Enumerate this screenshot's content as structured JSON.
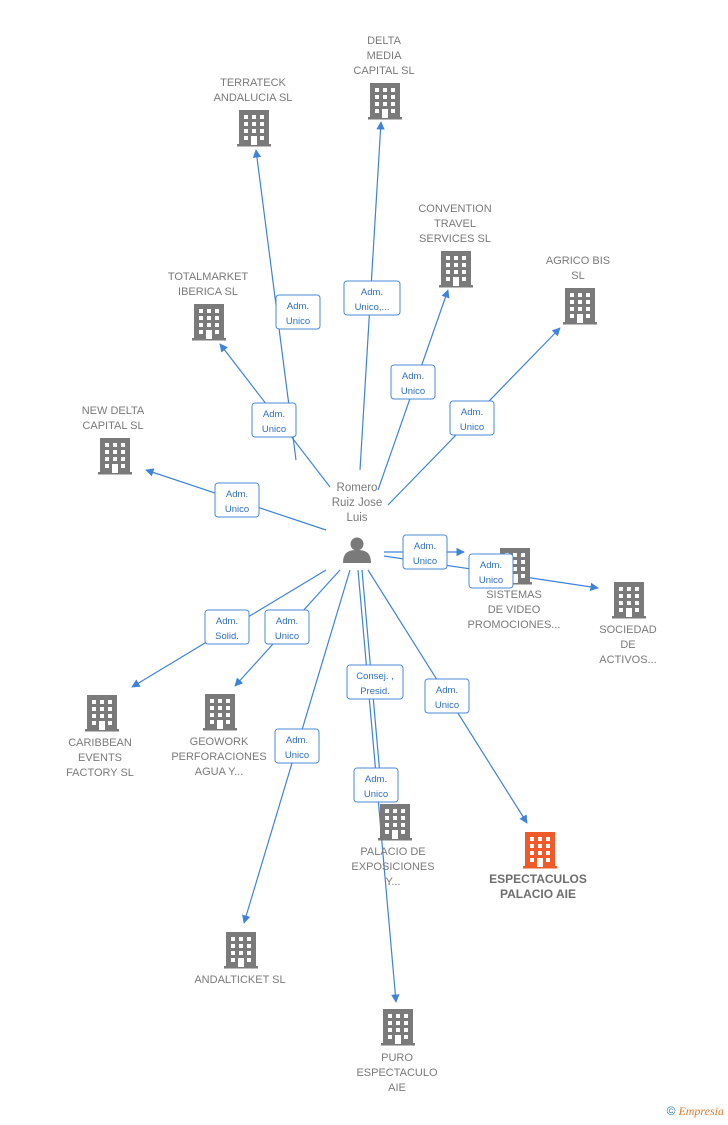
{
  "person": {
    "name_lines": [
      "Romero",
      "Ruiz Jose",
      "Luis"
    ]
  },
  "companies": [
    {
      "id": "terrateck",
      "lines": [
        "TERRATECK",
        "ANDALUCIA SL"
      ],
      "highlight": false
    },
    {
      "id": "delta-media",
      "lines": [
        "DELTA",
        "MEDIA",
        "CAPITAL SL"
      ],
      "highlight": false
    },
    {
      "id": "convention",
      "lines": [
        "CONVENTION",
        "TRAVEL",
        "SERVICES  SL"
      ],
      "highlight": false
    },
    {
      "id": "agrico",
      "lines": [
        "AGRICO BIS",
        "SL"
      ],
      "highlight": false
    },
    {
      "id": "totalmarket",
      "lines": [
        "TOTALMARKET",
        "IBERICA  SL"
      ],
      "highlight": false
    },
    {
      "id": "new-delta",
      "lines": [
        "NEW DELTA",
        "CAPITAL SL"
      ],
      "highlight": false
    },
    {
      "id": "sistemas",
      "lines": [
        "SISTEMAS",
        "DE VIDEO",
        "PROMOCIONES..."
      ],
      "highlight": false
    },
    {
      "id": "sociedad",
      "lines": [
        "SOCIEDAD",
        "DE",
        "ACTIVOS..."
      ],
      "highlight": false
    },
    {
      "id": "caribbean",
      "lines": [
        "CARIBBEAN",
        "EVENTS",
        "FACTORY  SL"
      ],
      "highlight": false
    },
    {
      "id": "geowork",
      "lines": [
        "GEOWORK",
        "PERFORACIONES",
        "AGUA Y..."
      ],
      "highlight": false
    },
    {
      "id": "palacio-expo",
      "lines": [
        "PALACIO DE",
        "EXPOSICIONES",
        "Y..."
      ],
      "highlight": false
    },
    {
      "id": "espectaculos",
      "lines": [
        "ESPECTACULOS",
        "PALACIO  AIE"
      ],
      "highlight": true
    },
    {
      "id": "andalticket",
      "lines": [
        "ANDALTICKET SL"
      ],
      "highlight": false
    },
    {
      "id": "puro",
      "lines": [
        "PURO",
        "ESPECTACULO",
        "AIE"
      ],
      "highlight": false
    }
  ],
  "relations": [
    {
      "id": "terrateck",
      "lines": [
        "Adm.",
        "Unico"
      ]
    },
    {
      "id": "delta-media",
      "lines": [
        "Adm.",
        "Unico,..."
      ]
    },
    {
      "id": "convention",
      "lines": [
        "Adm.",
        "Unico"
      ]
    },
    {
      "id": "agrico",
      "lines": [
        "Adm.",
        "Unico"
      ]
    },
    {
      "id": "totalmarket",
      "lines": [
        "Adm.",
        "Unico"
      ]
    },
    {
      "id": "new-delta",
      "lines": [
        "Adm.",
        "Unico"
      ]
    },
    {
      "id": "sistemas",
      "lines": [
        "Adm.",
        "Unico"
      ]
    },
    {
      "id": "sociedad",
      "lines": [
        "Adm.",
        "Unico"
      ]
    },
    {
      "id": "caribbean",
      "lines": [
        "Adm.",
        "Solid."
      ]
    },
    {
      "id": "geowork",
      "lines": [
        "Adm.",
        "Unico"
      ]
    },
    {
      "id": "palacio-expo",
      "lines": [
        "Consej. ,",
        "Presid."
      ]
    },
    {
      "id": "espectaculos",
      "lines": [
        "Adm.",
        "Unico"
      ]
    },
    {
      "id": "andalticket",
      "lines": [
        "Adm.",
        "Unico"
      ]
    },
    {
      "id": "puro",
      "lines": [
        "Adm.",
        "Unico"
      ]
    }
  ],
  "colors": {
    "edge": "#3f83d9",
    "building": "#7a7a7a",
    "building_highlight": "#f05a28",
    "person": "#7a7a7a"
  },
  "watermark": {
    "copyright": "©",
    "brand": "Empresia"
  }
}
